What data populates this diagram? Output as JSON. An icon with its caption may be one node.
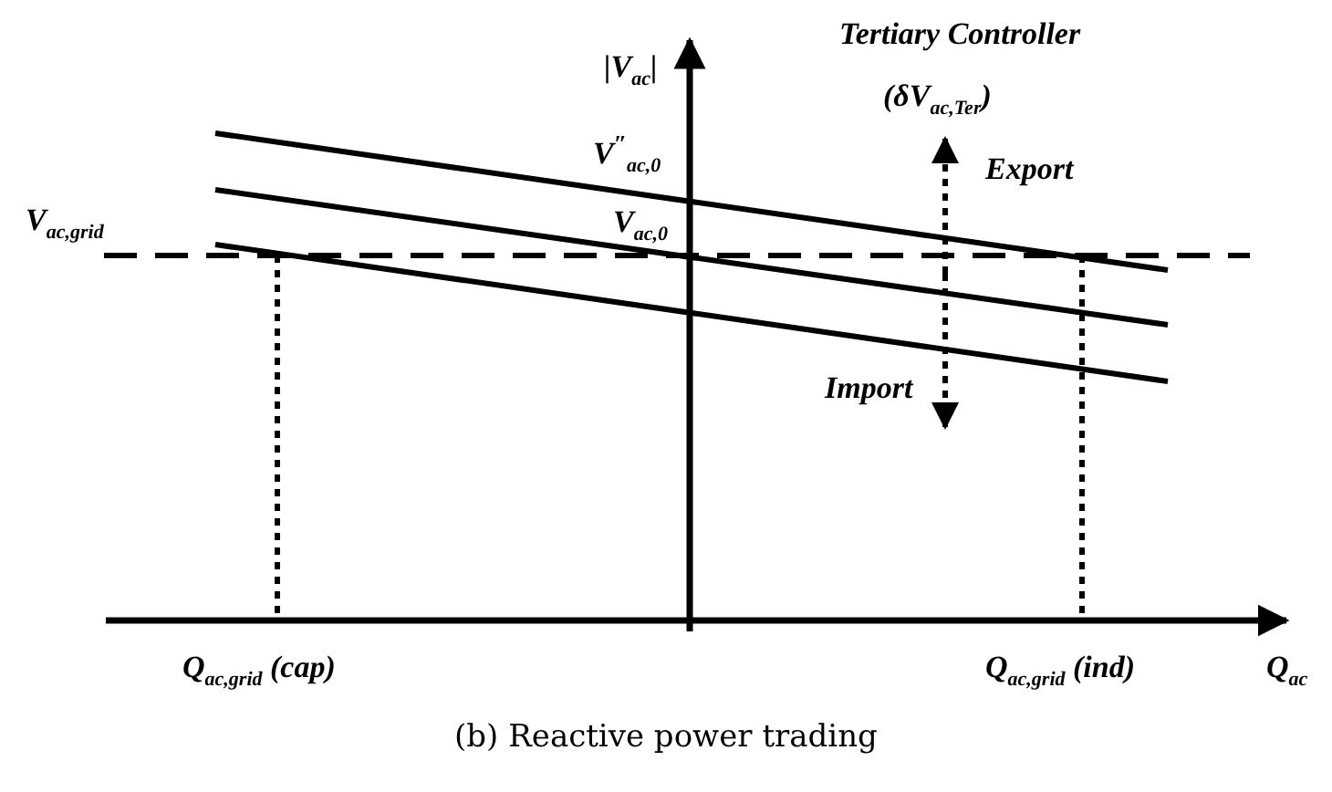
{
  "diagram": {
    "caption": "(b) Reactive power trading",
    "labels": [
      "|V$_{ac}$|",
      "Tertiary Controller",
      "(δV$_{ac,Ter}$)",
      "V$^{″}$$_{ac,0}$",
      "Export",
      "V$_{ac,grid}$",
      "V$_{ac,0}$",
      "Import",
      "Q$_{ac,grid}$ (cap)",
      "Q$_{ac,grid}$ (ind)",
      "Q$_{ac}$"
    ]
  }
}
